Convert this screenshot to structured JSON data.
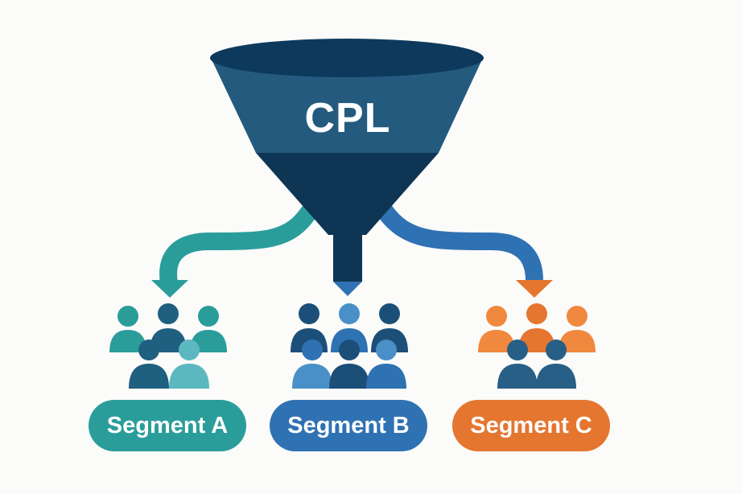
{
  "funnel": {
    "label": "CPL",
    "color_top": "#0d3a5c",
    "color_body": "#245a7e",
    "color_neck": "#0f3554"
  },
  "segments": [
    {
      "label": "Segment A",
      "color": "#2a9d9b",
      "light": "#5cb8c0",
      "dark": "#1f5f80"
    },
    {
      "label": "Segment B",
      "color": "#2f72b3",
      "light": "#4a90c8",
      "dark": "#1c4f78"
    },
    {
      "label": "Segment C",
      "color": "#e5762f",
      "light": "#f0883e",
      "dark": "#275f86"
    }
  ]
}
